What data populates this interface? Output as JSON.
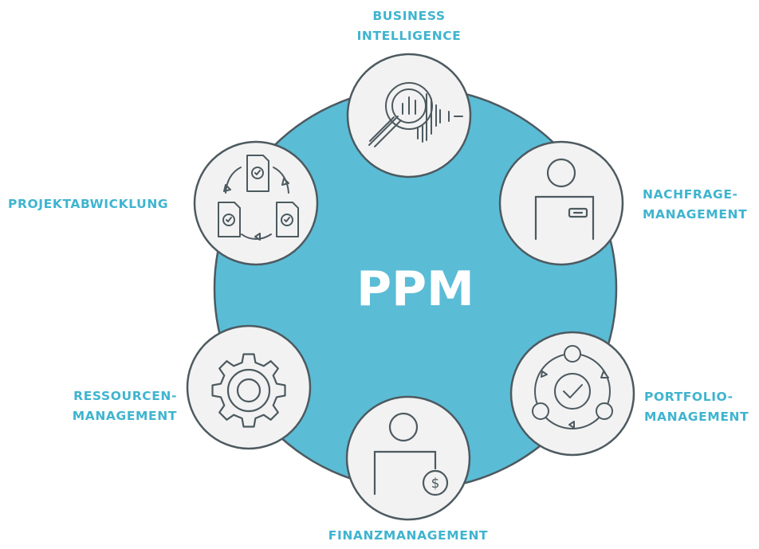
{
  "center": {
    "label": "PPM"
  },
  "colors": {
    "accent": "#3fb4cf",
    "hub_fill": "#5bbcd6",
    "node_fill": "#f2f2f2",
    "stroke": "#4d5a60"
  },
  "nodes": [
    {
      "id": "business-intelligence",
      "label_lines": [
        "BUSINESS",
        "INTELLIGENCE"
      ],
      "icon": "magnifier-chart-icon"
    },
    {
      "id": "nachfrage-management",
      "label_lines": [
        "NACHFRAGE-",
        "MANAGEMENT"
      ],
      "icon": "person-card-icon"
    },
    {
      "id": "portfolio-management",
      "label_lines": [
        "PORTFOLIO-",
        "MANAGEMENT"
      ],
      "icon": "cycle-check-icon"
    },
    {
      "id": "finanzmanagement",
      "label_lines": [
        "FINANZMANAGEMENT"
      ],
      "icon": "person-dollar-icon"
    },
    {
      "id": "ressourcen-management",
      "label_lines": [
        "RESSOURCEN-",
        "MANAGEMENT"
      ],
      "icon": "gear-icon"
    },
    {
      "id": "projektabwicklung",
      "label_lines": [
        "PROJEKTABWICKLUNG"
      ],
      "icon": "document-cycle-icon"
    }
  ]
}
